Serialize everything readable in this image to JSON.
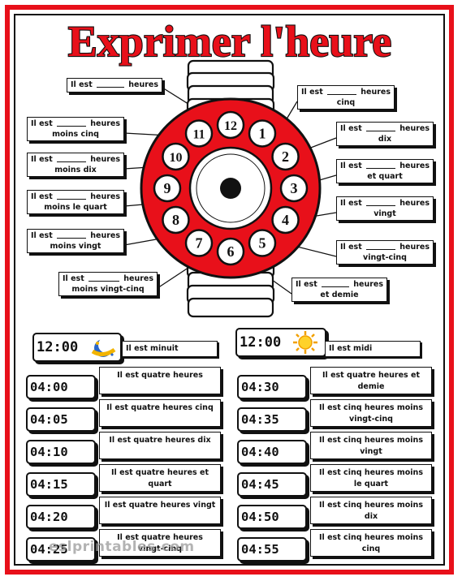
{
  "title": "Exprimer l'heure",
  "colors": {
    "red": "#e8101a",
    "black": "#111111",
    "white": "#ffffff"
  },
  "clock": {
    "numbers": [
      "12",
      "1",
      "2",
      "3",
      "4",
      "5",
      "6",
      "7",
      "8",
      "9",
      "10",
      "11"
    ]
  },
  "clock_labels": [
    {
      "line1a": "Il est",
      "line1b": "heures",
      "line2": ""
    },
    {
      "line1a": "Il est",
      "line1b": "heures",
      "line2": "cinq"
    },
    {
      "line1a": "Il est",
      "line1b": "heures",
      "line2": "dix"
    },
    {
      "line1a": "Il est",
      "line1b": "heures",
      "line2": "et quart"
    },
    {
      "line1a": "Il est",
      "line1b": "heures",
      "line2": "vingt"
    },
    {
      "line1a": "Il est",
      "line1b": "heures",
      "line2": "vingt-cinq"
    },
    {
      "line1a": "Il est",
      "line1b": "heures",
      "line2": "et demie"
    },
    {
      "line1a": "Il est",
      "line1b": "heures",
      "line2": "moins vingt-cinq"
    },
    {
      "line1a": "Il est",
      "line1b": "heures",
      "line2": "moins vingt"
    },
    {
      "line1a": "Il est",
      "line1b": "heures",
      "line2": "moins le quart"
    },
    {
      "line1a": "Il est",
      "line1b": "heures",
      "line2": "moins dix"
    },
    {
      "line1a": "Il est",
      "line1b": "heures",
      "line2": "moins cinq"
    }
  ],
  "midnight": {
    "time": "12:00",
    "text": "Il est minuit",
    "icon": "moon-icon"
  },
  "noon": {
    "time": "12:00",
    "text": "Il est midi",
    "icon": "sun-icon"
  },
  "left_times": [
    {
      "time": "04:00",
      "text": "Il est quatre heures"
    },
    {
      "time": "04:05",
      "text": "Il est quatre heures cinq"
    },
    {
      "time": "04:10",
      "text": "Il est quatre heures dix"
    },
    {
      "time": "04:15",
      "text": "Il est quatre heures et quart"
    },
    {
      "time": "04:20",
      "text": "Il est quatre heures vingt"
    },
    {
      "time": "04:25",
      "text": "Il est quatre heures vingt-cinq"
    }
  ],
  "right_times": [
    {
      "time": "04:30",
      "text": "Il est quatre heures et demie"
    },
    {
      "time": "04:35",
      "text": "Il est cinq heures moins vingt-cinq"
    },
    {
      "time": "04:40",
      "text": "Il est cinq heures moins vingt"
    },
    {
      "time": "04:45",
      "text": "Il est cinq heures moins le quart"
    },
    {
      "time": "04:50",
      "text": "Il est cinq heures moins dix"
    },
    {
      "time": "04:55",
      "text": "Il est cinq heures moins cinq"
    }
  ],
  "watermark": "eslprintables.com"
}
